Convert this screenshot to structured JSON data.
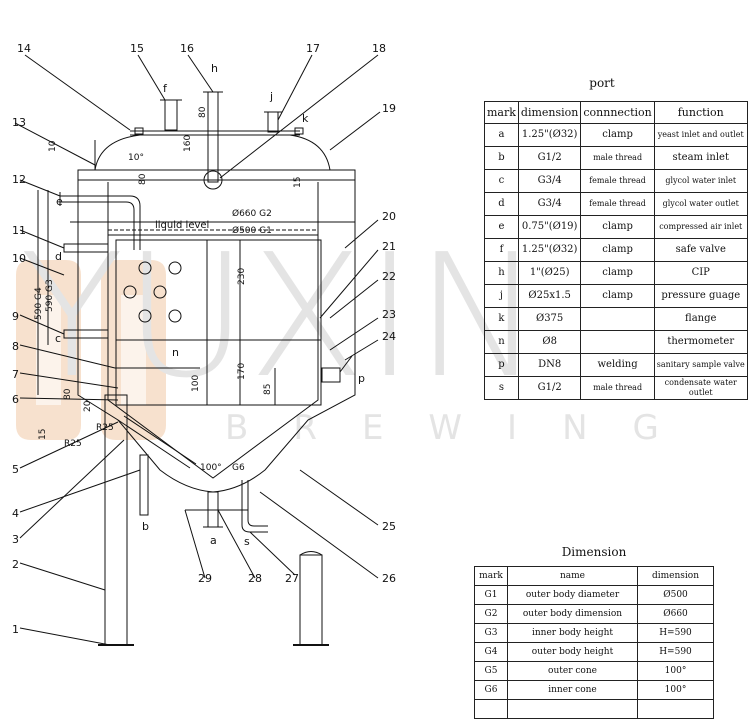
{
  "watermark": {
    "brand": "YUXIN",
    "sub": "BREWING",
    "colors": {
      "logo": "#f3d2b8",
      "text": "#e4e4e4"
    }
  },
  "callouts": [
    "1",
    "2",
    "3",
    "4",
    "5",
    "6",
    "7",
    "8",
    "9",
    "10",
    "11",
    "12",
    "13",
    "14",
    "15",
    "16",
    "17",
    "18",
    "19",
    "20",
    "21",
    "22",
    "23",
    "24",
    "25",
    "26",
    "27",
    "28",
    "29"
  ],
  "port_letters": [
    "a",
    "b",
    "c",
    "d",
    "e",
    "f",
    "h",
    "j",
    "k",
    "n",
    "p",
    "s"
  ],
  "dimensions_on_drawing": {
    "d660": "Ø660 G2",
    "d500": "Ø500 G1",
    "liquid_level": "liquid level",
    "h230": "230",
    "h170": "170",
    "h100": "100",
    "h85": "85",
    "h80a": "80",
    "h80b": "80",
    "h80c": "80",
    "h160": "160",
    "h10": "10",
    "h15a": "15",
    "h15b": "15",
    "h20": "20",
    "h590g3": "590 G3",
    "h590g4": "590 G4",
    "r25a": "R25",
    "r25b": "R25",
    "angle100": "100°",
    "g6": "G6",
    "angle10": "10°"
  },
  "port_table": {
    "title": "port",
    "headers": [
      "mark",
      "dimension",
      "connnection",
      "function"
    ],
    "rows": [
      {
        "mark": "a",
        "dimension": "1.25\"(Ø32)",
        "connection": "clamp",
        "function": "yeast inlet and outlet"
      },
      {
        "mark": "b",
        "dimension": "G1/2",
        "connection": "male thread",
        "function": "steam inlet"
      },
      {
        "mark": "c",
        "dimension": "G3/4",
        "connection": "female thread",
        "function": "glycol water inlet"
      },
      {
        "mark": "d",
        "dimension": "G3/4",
        "connection": "female thread",
        "function": "glycol water outlet"
      },
      {
        "mark": "e",
        "dimension": "0.75\"(Ø19)",
        "connection": "clamp",
        "function": "compressed air inlet"
      },
      {
        "mark": "f",
        "dimension": "1.25\"(Ø32)",
        "connection": "clamp",
        "function": "safe valve"
      },
      {
        "mark": "h",
        "dimension": "1\"(Ø25)",
        "connection": "clamp",
        "function": "CIP"
      },
      {
        "mark": "j",
        "dimension": "Ø25x1.5",
        "connection": "clamp",
        "function": "pressure guage"
      },
      {
        "mark": "k",
        "dimension": "Ø375",
        "connection": "",
        "function": "flange"
      },
      {
        "mark": "n",
        "dimension": "Ø8",
        "connection": "",
        "function": "thermometer"
      },
      {
        "mark": "p",
        "dimension": "DN8",
        "connection": "welding",
        "function": "sanitary sample valve"
      },
      {
        "mark": "s",
        "dimension": "G1/2",
        "connection": "male thread",
        "function": "condensate water outlet"
      }
    ]
  },
  "dimension_table": {
    "title": "Dimension",
    "headers": [
      "mark",
      "name",
      "dimension"
    ],
    "rows": [
      {
        "mark": "G1",
        "name": "outer body diameter",
        "dimension": "Ø500"
      },
      {
        "mark": "G2",
        "name": "outer body dimension",
        "dimension": "Ø660"
      },
      {
        "mark": "G3",
        "name": "inner body height",
        "dimension": "H=590"
      },
      {
        "mark": "G4",
        "name": "outer body height",
        "dimension": "H=590"
      },
      {
        "mark": "G5",
        "name": "outer cone",
        "dimension": "100°"
      },
      {
        "mark": "G6",
        "name": "inner cone",
        "dimension": "100°"
      }
    ]
  }
}
